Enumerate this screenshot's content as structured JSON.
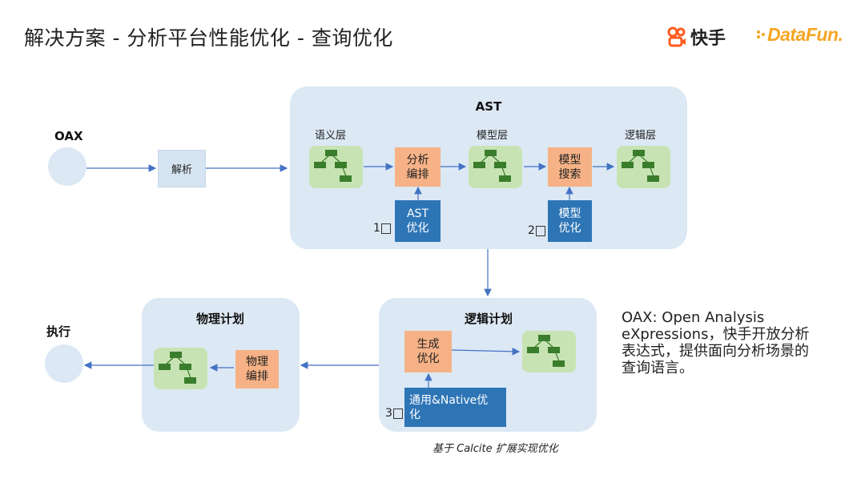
{
  "title": "解决方案 - 分析平台性能优化 - 查询优化",
  "logos": {
    "kuaishou": "快手",
    "datafun": "DataFun."
  },
  "oax": {
    "label": "OAX"
  },
  "exec": {
    "label": "执行"
  },
  "parse_box": "解析",
  "ast": {
    "title": "AST",
    "layer_semantic": "语义层",
    "layer_model": "模型层",
    "layer_logic": "逻辑层",
    "analyze_box": [
      "分析",
      "编排"
    ],
    "model_search_box": [
      "模型",
      "搜索"
    ],
    "ast_opt_box": [
      "AST",
      "优化"
    ],
    "model_opt_box": [
      "模型",
      "优化"
    ],
    "num1": "1",
    "num2": "2"
  },
  "logic_plan": {
    "title": "逻辑计划",
    "gen_opt_box": [
      "生成",
      "优化"
    ],
    "native_opt_box": [
      "通用&Native优",
      "化"
    ],
    "num3": "3"
  },
  "physical_plan": {
    "title": "物理计划",
    "arrange_box": [
      "物理",
      "编排"
    ]
  },
  "note": [
    "OAX: Open Analysis",
    "eXpressions，快手开放分析",
    "表达式，提供面向分析场景的",
    "查询语言。"
  ],
  "caption": "基于 Calcite 扩展实现优化",
  "colors": {
    "panel": "#dce8f4",
    "tree_bg": "#c8e3b3",
    "tree_node": "#3a7d2c",
    "orange": "#f6b286",
    "blue": "#2e75b6",
    "arrow": "#4472c4"
  }
}
